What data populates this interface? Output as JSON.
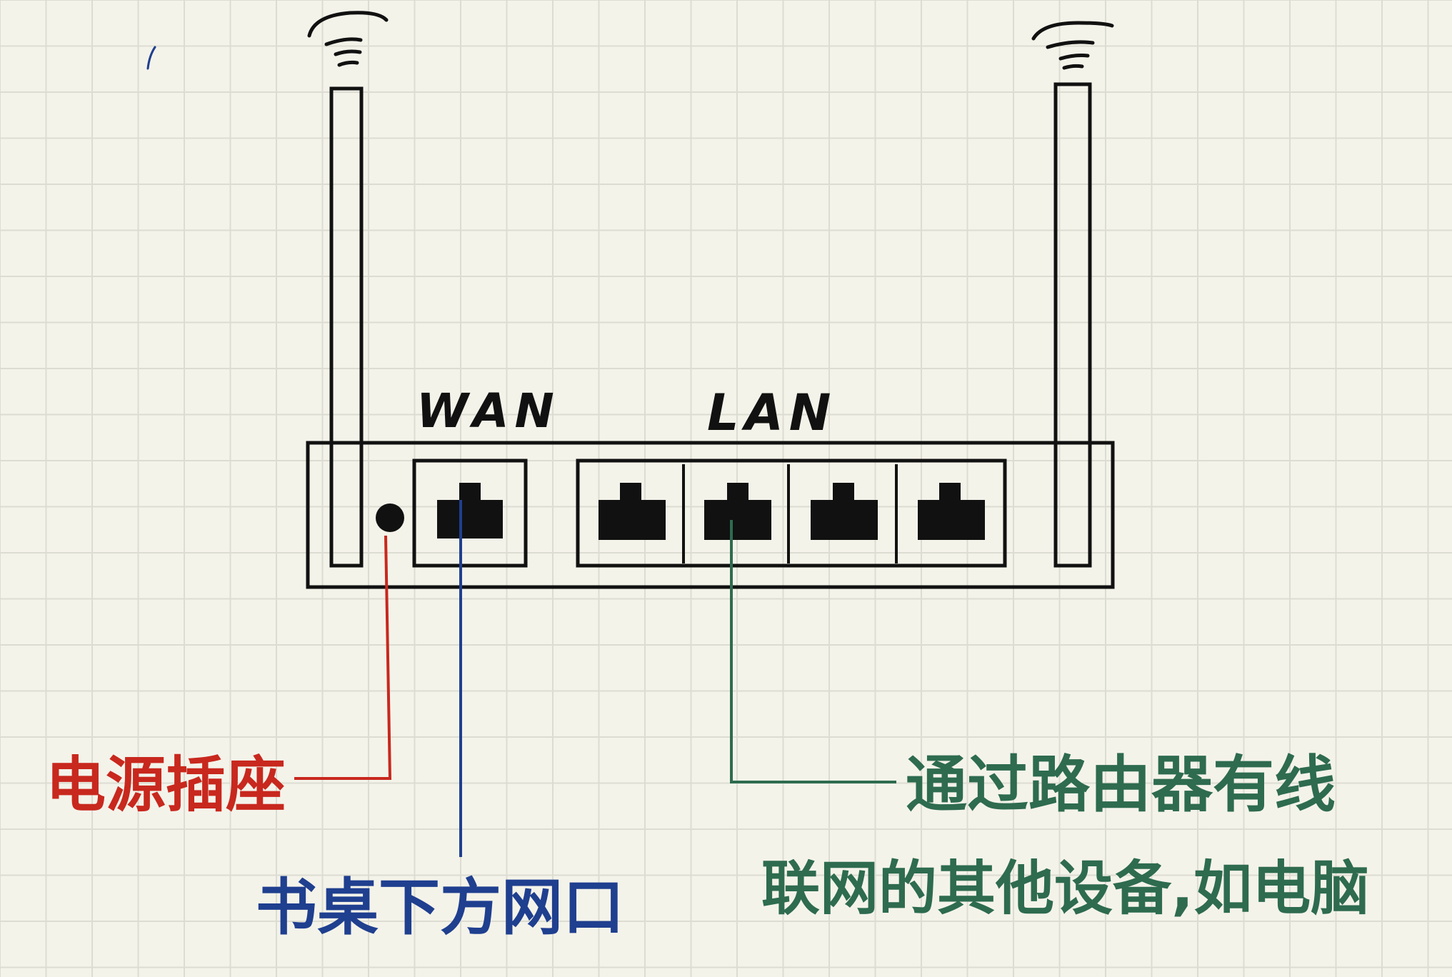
{
  "diagram": {
    "colors": {
      "paper": "#f4f3ea",
      "grid": "#dcdcd2",
      "ink": "#111111",
      "power": "#c8281e",
      "wan": "#1f3f8f",
      "lan": "#2e6b4f"
    },
    "ports": {
      "wan_label": "WAN",
      "lan_label": "LAN"
    },
    "annotations": {
      "power": "电源插座",
      "wan": "书桌下方网口",
      "lan_line1": "通过路由器有线",
      "lan_line2": "联网的其他设备,如电脑"
    }
  }
}
